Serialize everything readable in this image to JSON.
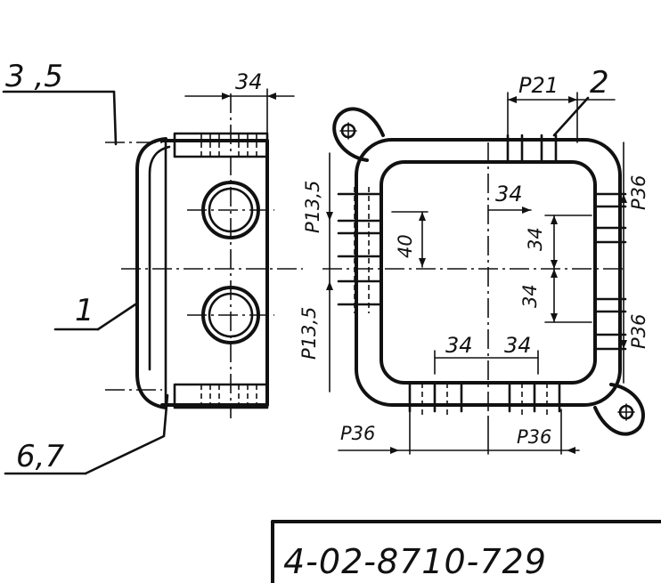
{
  "callouts": {
    "pos_3_5": "3 ,5",
    "pos_2": "2",
    "pos_1": "1",
    "pos_6_7": "6,7"
  },
  "dimensions": {
    "side_top_34": "34",
    "p21": "P21",
    "p36_right_top": "P36",
    "p36_right_bottom": "P36",
    "p13_5_upper": "P13,5",
    "p13_5_lower": "P13,5",
    "dim_40": "40",
    "dim_34_center": "34",
    "dim_34_right_upper": "34",
    "dim_34_right_lower": "34",
    "dim_34_bottom_left": "34",
    "dim_34_bottom_right": "34",
    "p36_bottom_left": "P36",
    "p36_bottom_right": "P36"
  },
  "title_block": {
    "drawing_number": "4-02-8710-729"
  }
}
